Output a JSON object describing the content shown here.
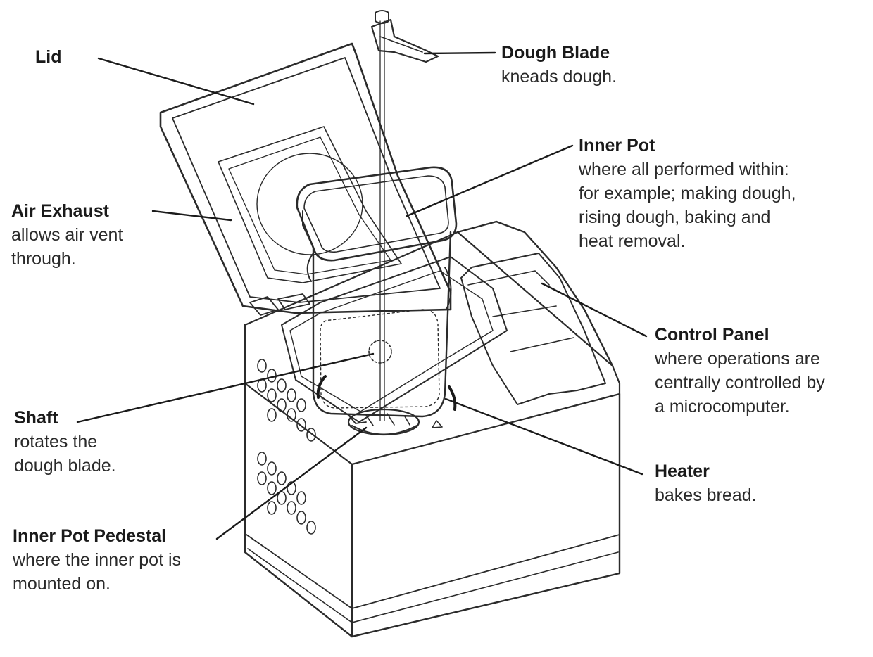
{
  "parts": {
    "lid": {
      "title": "Lid"
    },
    "dough_blade": {
      "title": "Dough Blade",
      "desc": [
        "kneads dough."
      ]
    },
    "inner_pot": {
      "title": "Inner Pot",
      "desc": [
        "where all performed within:",
        "for example; making dough,",
        "rising dough, baking and",
        "heat removal."
      ]
    },
    "air_exhaust": {
      "title": "Air Exhaust",
      "desc": [
        "allows air vent",
        "through."
      ]
    },
    "control_panel": {
      "title": "Control Panel",
      "desc": [
        "where operations are",
        "centrally controlled by",
        "a microcomputer."
      ]
    },
    "shaft": {
      "title": "Shaft",
      "desc": [
        "rotates the",
        "dough blade."
      ]
    },
    "heater": {
      "title": "Heater",
      "desc": [
        "bakes bread."
      ]
    },
    "inner_pot_pedestal": {
      "title": "Inner Pot Pedestal",
      "desc": [
        "where the inner pot is",
        "mounted on."
      ]
    }
  },
  "colors": {
    "ink": "#1a1a1a",
    "line": "#2b2b2b",
    "ghost": "#d6d6d6"
  }
}
